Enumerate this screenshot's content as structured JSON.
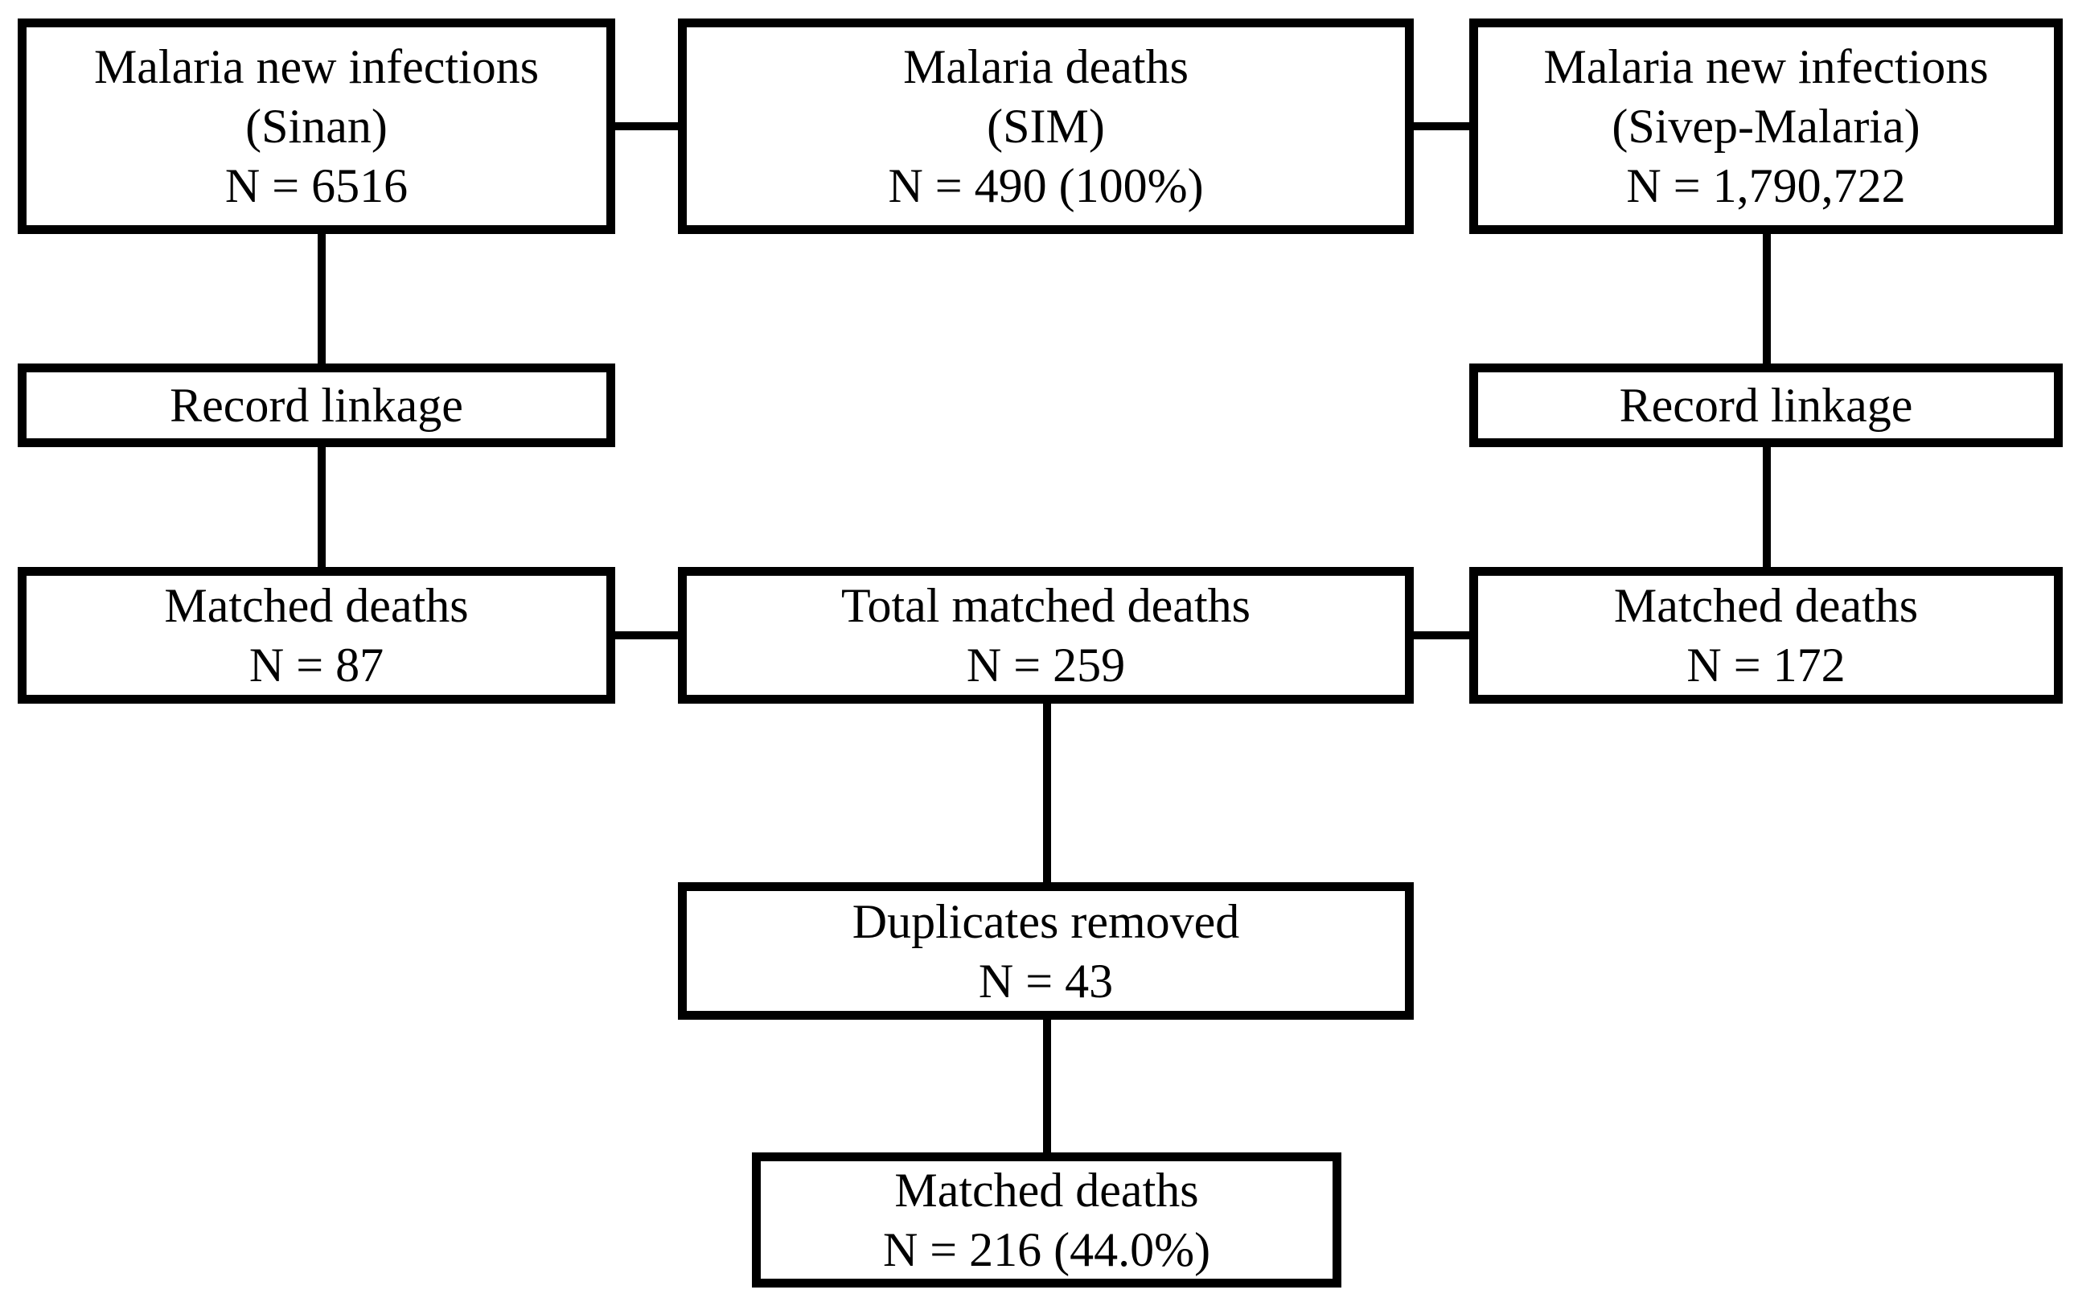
{
  "diagram": {
    "title_semantic": "Record linkage flowchart of malaria deaths",
    "style": {
      "line_color": "#000000",
      "box_background": "#ffffff",
      "page_background": "#ffffff",
      "text_color": "#000000"
    },
    "nodes": {
      "sinan": {
        "lines": [
          "Malaria new infections",
          "(Sinan)",
          "N = 6516"
        ]
      },
      "sim": {
        "lines": [
          "Malaria deaths",
          "(SIM)",
          "N = 490 (100%)"
        ]
      },
      "sivep": {
        "lines": [
          "Malaria new infections",
          "(Sivep-Malaria)",
          "N = 1,790,722"
        ]
      },
      "record_linkage_left": {
        "lines": [
          "Record linkage"
        ]
      },
      "record_linkage_right": {
        "lines": [
          "Record linkage"
        ]
      },
      "matched_left": {
        "lines": [
          "Matched deaths",
          "N = 87"
        ]
      },
      "total_matched": {
        "lines": [
          "Total matched deaths",
          "N = 259"
        ]
      },
      "matched_right": {
        "lines": [
          "Matched deaths",
          "N = 172"
        ]
      },
      "duplicates_removed": {
        "lines": [
          "Duplicates removed",
          "N = 43"
        ]
      },
      "final_matched": {
        "lines": [
          "Matched deaths",
          "N = 216 (44.0%)"
        ]
      }
    },
    "edges": [
      {
        "from": "sinan",
        "to": "sim",
        "orientation": "horizontal"
      },
      {
        "from": "sim",
        "to": "sivep",
        "orientation": "horizontal"
      },
      {
        "from": "sinan",
        "to": "record_linkage_left",
        "orientation": "vertical"
      },
      {
        "from": "sivep",
        "to": "record_linkage_right",
        "orientation": "vertical"
      },
      {
        "from": "record_linkage_left",
        "to": "matched_left",
        "orientation": "vertical"
      },
      {
        "from": "record_linkage_right",
        "to": "matched_right",
        "orientation": "vertical"
      },
      {
        "from": "matched_left",
        "to": "total_matched",
        "orientation": "horizontal"
      },
      {
        "from": "total_matched",
        "to": "matched_right",
        "orientation": "horizontal"
      },
      {
        "from": "total_matched",
        "to": "duplicates_removed",
        "orientation": "vertical"
      },
      {
        "from": "duplicates_removed",
        "to": "final_matched",
        "orientation": "vertical"
      }
    ]
  }
}
